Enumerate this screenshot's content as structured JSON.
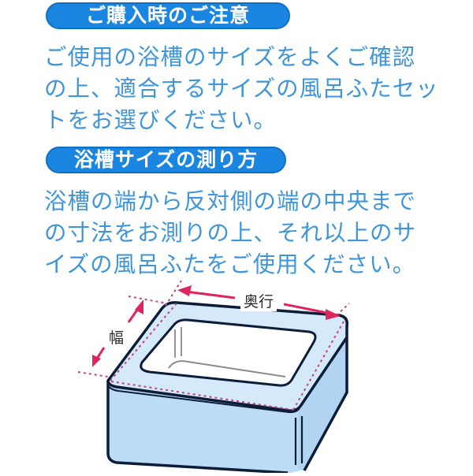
{
  "sections": [
    {
      "heading": "ご購入時のご注意",
      "lines": [
        "ご使用の浴槽のサイズをよくご確認",
        "の上、適合するサイズの風呂ふたセッ",
        "トをお選びください。"
      ]
    },
    {
      "heading": "浴槽サイズの測り方",
      "lines": [
        "浴槽の端から反対側の端の中央まで",
        "の寸法をお測りの上、それ以上のサ",
        "イズの風呂ふたをご使用ください。"
      ]
    }
  ],
  "diagram": {
    "labels": {
      "depth": "奥行",
      "width": "幅"
    },
    "icons": {
      "subject": "bathtub-icon",
      "arrows": "double-arrow-icon"
    },
    "colors": {
      "heading_bg": "#1a86e2",
      "body_text": "#3f95d9",
      "tub_fill": "#cfe6f8",
      "tub_side": "#bcdcf5",
      "outline": "#0c1d3a",
      "measure_line": "#e0245e",
      "dotted_guide": "#c2447a"
    }
  }
}
